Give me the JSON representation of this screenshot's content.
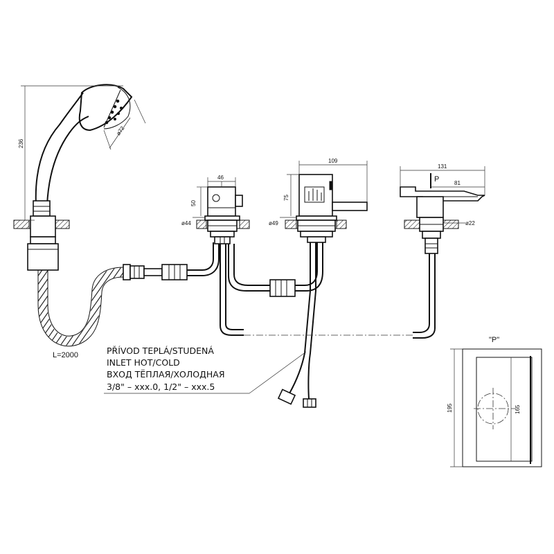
{
  "dimensions": {
    "handshower_height": "236",
    "handshower_diameter": "ø72",
    "diverter_width": "46",
    "diverter_height": "50",
    "diverter_base": "ø44",
    "mixer_width": "109",
    "mixer_height": "75",
    "mixer_base": "ø49",
    "spout_width": "131",
    "spout_offset": "81",
    "spout_base": "ø22",
    "hose_length": "L=2000",
    "detail_height": "195",
    "detail_inner": "165"
  },
  "labels": {
    "section_marker": "P",
    "detail_title": "\"P\""
  },
  "inlet_note": {
    "line1": "PŘÍVOD TEPLÁ/STUDENÁ",
    "line2": "INLET HOT/COLD",
    "line3": "ВХОД ТЁПЛАЯ/ХОЛОДНАЯ",
    "line4": "3/8\" – xxx.0, 1/2\" – xxx.5"
  }
}
